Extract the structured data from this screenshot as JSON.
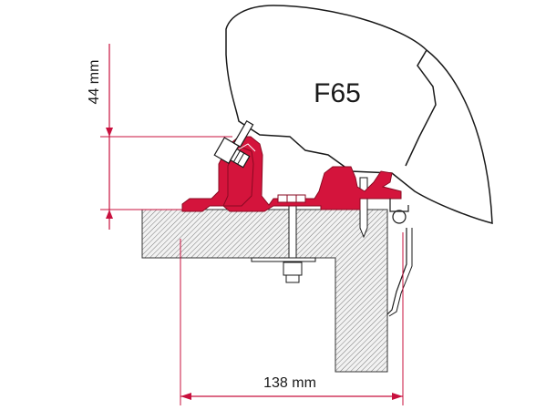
{
  "diagram": {
    "product_label": "F65",
    "dimensions": {
      "vertical": {
        "label": "44 mm",
        "color": "#c8103e"
      },
      "horizontal": {
        "label": "138 mm",
        "color": "#c8103e"
      }
    },
    "colors": {
      "bracket": "#d4143c",
      "bracket_stroke": "#8a0a22",
      "outline": "#1a1a1a",
      "wood_fill": "#e6e6e6",
      "dimension_line": "#c8103e"
    },
    "components": [
      {
        "name": "awning-housing",
        "label": "F65"
      },
      {
        "name": "adapter-bracket"
      },
      {
        "name": "roof-wood-beam"
      },
      {
        "name": "mounting-bolt"
      },
      {
        "name": "side-rail"
      }
    ]
  }
}
